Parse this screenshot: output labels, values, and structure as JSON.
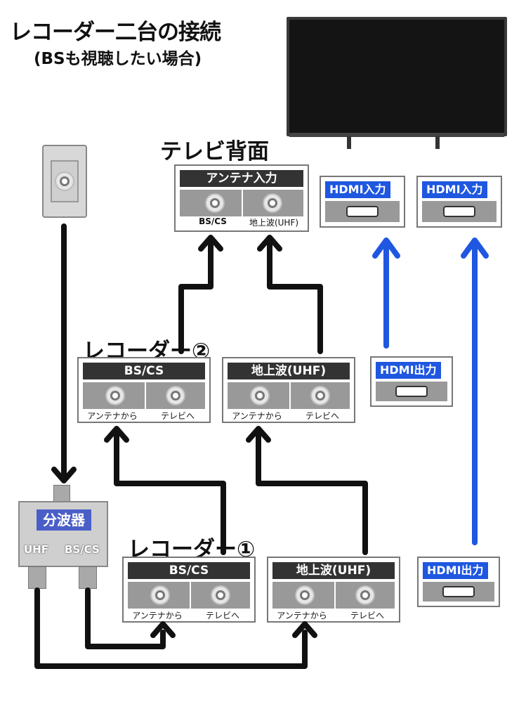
{
  "title": "レコーダー二台の接続",
  "subtitle": "(BSも視聴したい場合)",
  "tv_back_label": "テレビ背面",
  "tv_antenna": {
    "header": "アンテナ入力",
    "ports": [
      "BS/CS",
      "地上波(UHF)"
    ]
  },
  "hdmi_inputs": [
    "HDMI入力",
    "HDMI入力"
  ],
  "recorder2": {
    "label": "レコーダー②",
    "bs": {
      "header": "BS/CS",
      "ports": [
        "アンテナから",
        "テレビへ"
      ]
    },
    "uhf": {
      "header": "地上波(UHF)",
      "ports": [
        "アンテナから",
        "テレビへ"
      ]
    },
    "hdmi_out": "HDMI出力"
  },
  "recorder1": {
    "label": "レコーダー①",
    "bs": {
      "header": "BS/CS",
      "ports": [
        "アンテナから",
        "テレビへ"
      ]
    },
    "uhf": {
      "header": "地上波(UHF)",
      "ports": [
        "アンテナから",
        "テレビへ"
      ]
    },
    "hdmi_out": "HDMI出力"
  },
  "splitter": {
    "title": "分波器",
    "outputs": [
      "UHF",
      "BS/CS"
    ]
  },
  "colors": {
    "hdmi": "#1f57e0",
    "cable": "#111111",
    "splitter": "#4a5ec8"
  }
}
